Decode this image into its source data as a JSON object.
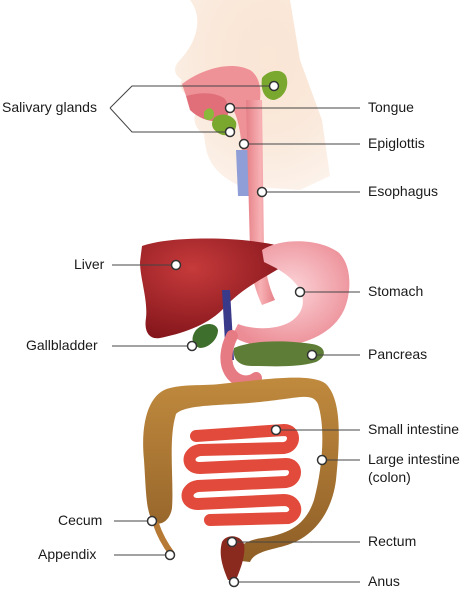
{
  "labels": {
    "salivary_glands": "Salivary glands",
    "tongue": "Tongue",
    "epiglottis": "Epiglottis",
    "esophagus": "Esophagus",
    "liver": "Liver",
    "stomach": "Stomach",
    "gallbladder": "Gallbladder",
    "pancreas": "Pancreas",
    "small_intestine": "Small intestine",
    "large_intestine": "Large intestine",
    "large_intestine_sub": "(colon)",
    "cecum": "Cecum",
    "rectum": "Rectum",
    "appendix": "Appendix",
    "anus": "Anus"
  },
  "colors": {
    "skin": "#f6d9c2",
    "esophagus": "#f29a9f",
    "liver": "#9e1d22",
    "stomach": "#f4b3bb",
    "pancreas": "#5e7d36",
    "small_intestine": "#e24a3b",
    "colon": "#a8732f",
    "rectum": "#8a2a1f",
    "gland": "#7aa82f",
    "trachea": "#8f9ed6",
    "leader": "#444444"
  }
}
